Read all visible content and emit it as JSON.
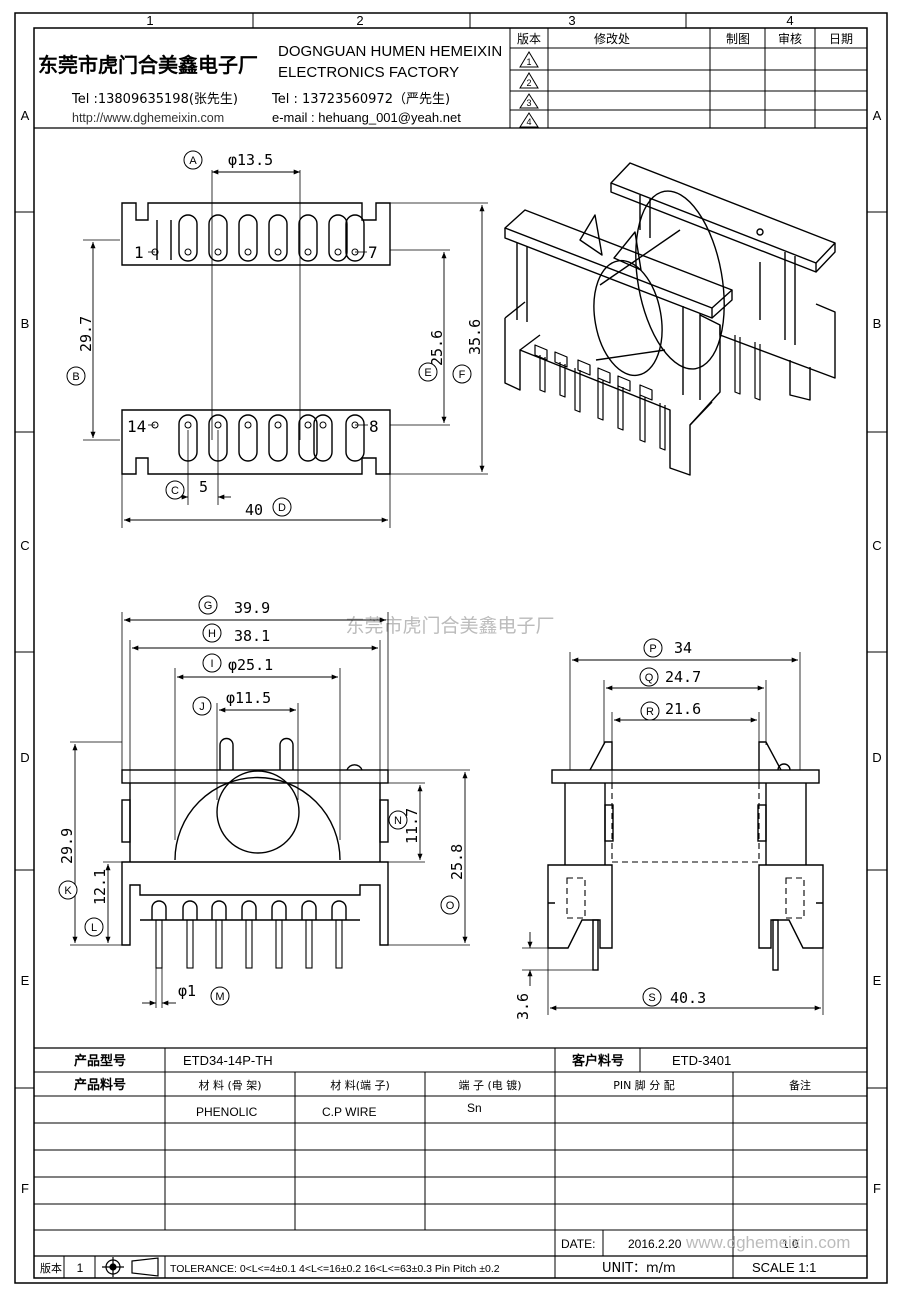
{
  "zones": {
    "cols": [
      "1",
      "2",
      "3",
      "4"
    ],
    "rows": [
      "A",
      "B",
      "C",
      "D",
      "E",
      "F"
    ]
  },
  "company": {
    "name_cn": "东莞市虎门合美鑫电子厂",
    "name_en_1": "DOGNGUAN HUMEN HEMEIXIN",
    "name_en_2": "ELECTRONICS FACTORY",
    "tel1": "Tel :13809635198(张先生)",
    "tel2": "Tel : 13723560972（严先生)",
    "web": "http://www.dghemeixin.com",
    "email": "e-mail : hehuang_001@yeah.net"
  },
  "revision_table": {
    "headers": [
      "版本",
      "修改处",
      "制图",
      "审核",
      "日期"
    ],
    "rows": [
      "1",
      "2",
      "3",
      "4"
    ]
  },
  "watermark": "东莞市虎门合美鑫电子厂",
  "top_view": {
    "dim_a": "φ13.5",
    "dim_b": "29.7",
    "dim_c": "5",
    "dim_d": "40",
    "dim_e": "25.6",
    "dim_f": "35.6",
    "pin_1": "1",
    "pin_7": "7",
    "pin_14": "14",
    "pin_8": "8"
  },
  "front_view": {
    "dim_g": "39.9",
    "dim_h": "38.1",
    "dim_i": "φ25.1",
    "dim_j": "φ11.5",
    "dim_k": "29.9",
    "dim_l": "12.1",
    "dim_m": "φ1",
    "dim_n": "11.7",
    "dim_o": "25.8"
  },
  "side_view": {
    "dim_p": "34",
    "dim_q": "24.7",
    "dim_r": "21.6",
    "dim_s": "40.3",
    "dim_pin": "3.6"
  },
  "callouts": [
    "A",
    "B",
    "C",
    "D",
    "E",
    "F",
    "G",
    "H",
    "I",
    "J",
    "K",
    "L",
    "M",
    "N",
    "O",
    "P",
    "Q",
    "R",
    "S"
  ],
  "info": {
    "model_label": "产品型号",
    "model_value": "ETD34-14P-TH",
    "customer_label": "客户料号",
    "customer_value": "ETD-3401",
    "partno_label": "产品料号",
    "col_bobbin": "材 料 (骨 架)",
    "col_terminal": "材 料(端 子)",
    "col_plating": "端 子 (电 镀)",
    "col_pin": "PIN 脚 分 配",
    "col_remark": "备注",
    "bobbin_value": "PHENOLIC",
    "terminal_value": "C.P WIRE",
    "plating_value": "Sn",
    "date_label": "DATE:",
    "date_value": "2016.2.20",
    "ver_label": "版本",
    "ver_value": "1",
    "tolerance": "TOLERANCE:  0<L<=4±0.1  4<L<=16±0.2  16<L<=63±0.3  Pin Pitch  ±0.2",
    "unit_label": "UNIT：m/m",
    "scale_label": "SCALE   1:1",
    "sheet_value": "1.0",
    "footer_watermark": "www.dghemeixin.com"
  }
}
